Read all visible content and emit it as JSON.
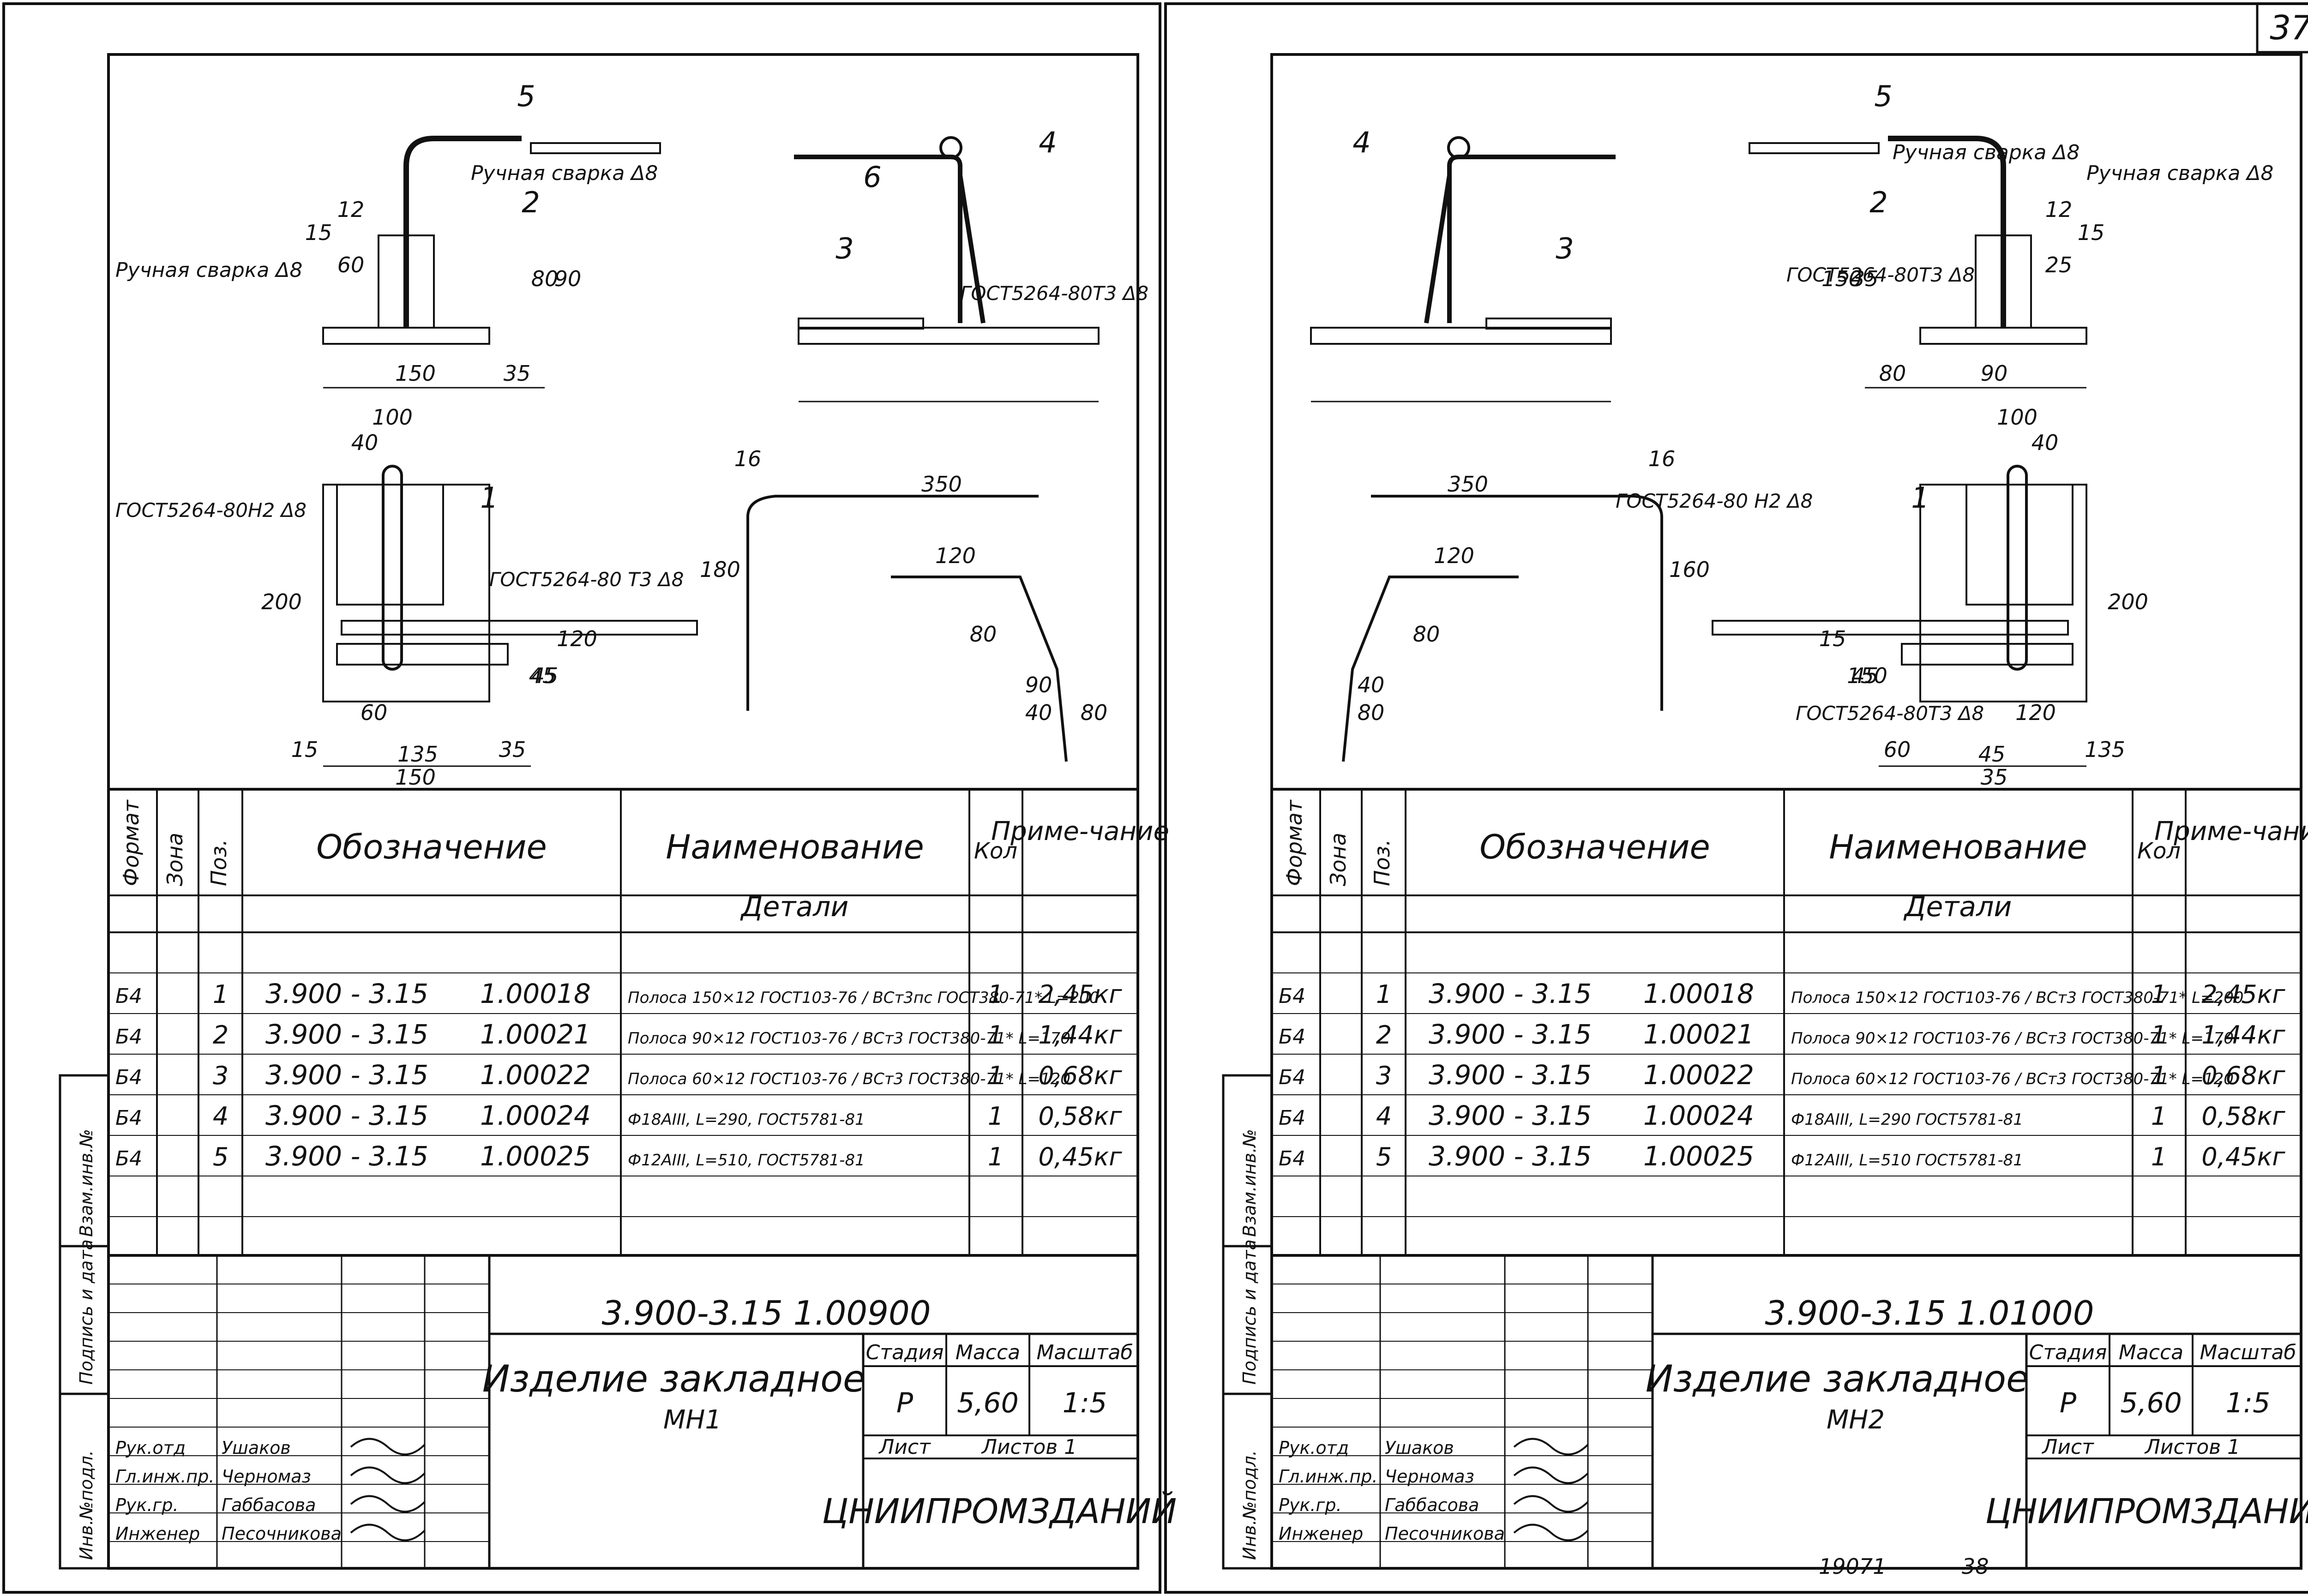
{
  "page_number": "37",
  "footer_left": "19071",
  "footer_right": "38",
  "side_labels": [
    "Инв.№подл.",
    "Подпись и дата",
    "Взам.инв.№"
  ],
  "table_headers": {
    "format": "Формат",
    "zone": "Зона",
    "pos": "Поз.",
    "designation": "Обозначение",
    "name": "Наименование",
    "qty": "Кол",
    "note": "Приме-чание",
    "section": "Детали"
  },
  "staff": [
    {
      "role": "Рук.отд",
      "name": "Ушаков"
    },
    {
      "role": "Гл.инж.пр.",
      "name": "Черномаз"
    },
    {
      "role": "Рук.гр.",
      "name": "Габбасова"
    },
    {
      "role": "Инженер",
      "name": "Песочникова"
    }
  ],
  "stamp_labels": {
    "stage": "Стадия",
    "mass": "Масса",
    "scale": "Масштаб",
    "sheet": "Лист",
    "sheets": "Листов 1",
    "org": "ЦНИИПРОМЗДАНИЙ"
  },
  "sheets": [
    {
      "doc_code": "3.900-3.15 1.00900",
      "title": "Изделие закладное",
      "mark": "МН1",
      "stage": "Р",
      "mass": "5,60",
      "scale": "1:5",
      "rows": [
        {
          "format": "Б4",
          "pos": "1",
          "code": "3.900 - 3.15",
          "num": "1.00018",
          "name": "Полоса 150×12 ГОСТ103-76 / ВСт3пс ГОСТ380-71* L=200",
          "qty": "1",
          "note": "2,45кг"
        },
        {
          "format": "Б4",
          "pos": "2",
          "code": "3.900 - 3.15",
          "num": "1.00021",
          "name": "Полоса 90×12 ГОСТ103-76 / ВСт3 ГОСТ380-71* L=170",
          "qty": "1",
          "note": "1,44кг"
        },
        {
          "format": "Б4",
          "pos": "3",
          "code": "3.900 - 3.15",
          "num": "1.00022",
          "name": "Полоса 60×12 ГОСТ103-76 / ВСт3 ГОСТ380-71* L=120",
          "qty": "1",
          "note": "0,68кг"
        },
        {
          "format": "Б4",
          "pos": "4",
          "code": "3.900 - 3.15",
          "num": "1.00024",
          "name": "Ф18АIII, L=290, ГОСТ5781-81",
          "qty": "1",
          "note": "0,58кг"
        },
        {
          "format": "Б4",
          "pos": "5",
          "code": "3.900 - 3.15",
          "num": "1.00025",
          "name": "Ф12АIII, L=510, ГОСТ5781-81",
          "qty": "1",
          "note": "0,45кг"
        }
      ],
      "drawing_labels": {
        "weld_manual": "Ручная сварка",
        "weld_sym": "Δ8",
        "gost_h2": "ГОСТ5264-80Н2 Δ8",
        "gost_t3": "ГОСТ5264-80Т3 Δ8",
        "gost_t3b": "ГОСТ5264-80 Т3 Δ8",
        "dims": [
          "150",
          "35",
          "80",
          "90",
          "15",
          "12",
          "60",
          "200",
          "45",
          "100",
          "40",
          "60",
          "135",
          "150",
          "15",
          "35",
          "120",
          "45",
          "350",
          "16",
          "180",
          "120",
          "80",
          "90",
          "40",
          "80"
        ],
        "pos_marks": [
          "1",
          "2",
          "3",
          "4",
          "5",
          "6"
        ]
      }
    },
    {
      "doc_code": "3.900-3.15 1.01000",
      "title": "Изделие закладное",
      "mark": "МН2",
      "stage": "Р",
      "mass": "5,60",
      "scale": "1:5",
      "rows": [
        {
          "format": "Б4",
          "pos": "1",
          "code": "3.900 - 3.15",
          "num": "1.00018",
          "name": "Полоса 150×12 ГОСТ103-76 / ВСт3 ГОСТ380-71* L=200",
          "qty": "1",
          "note": "2,45кг"
        },
        {
          "format": "Б4",
          "pos": "2",
          "code": "3.900 - 3.15",
          "num": "1.00021",
          "name": "Полоса 90×12 ГОСТ103-76 / ВСт3 ГОСТ380-71* L=170",
          "qty": "1",
          "note": "1,44кг"
        },
        {
          "format": "Б4",
          "pos": "3",
          "code": "3.900 - 3.15",
          "num": "1.00022",
          "name": "Полоса 60×12 ГОСТ103-76 / ВСт3 ГОСТ380-71* L=120",
          "qty": "1",
          "note": "0,68кг"
        },
        {
          "format": "Б4",
          "pos": "4",
          "code": "3.900 - 3.15",
          "num": "1.00024",
          "name": "Ф18АIII, L=290 ГОСТ5781-81",
          "qty": "1",
          "note": "0,58кг"
        },
        {
          "format": "Б4",
          "pos": "5",
          "code": "3.900 - 3.15",
          "num": "1.00025",
          "name": "Ф12АIII, L=510 ГОСТ5781-81",
          "qty": "1",
          "note": "0,45кг"
        }
      ],
      "drawing_labels": {
        "weld_manual": "Ручная сварка",
        "weld_sym": "Δ8",
        "gost_h2": "ГОСТ5264-80 Н2 Δ8",
        "gost_t3": "ГОСТ5264-80Т3 Δ8",
        "gost_t3b": "ГОСТ5264-80Т3 Δ8",
        "dims": [
          "90",
          "80",
          "35",
          "150",
          "15",
          "12",
          "25",
          "200",
          "45",
          "100",
          "40",
          "120",
          "45",
          "35",
          "135",
          "60",
          "15",
          "150",
          "350",
          "16",
          "160",
          "120",
          "80",
          "40",
          "80"
        ],
        "pos_marks": [
          "1",
          "2",
          "3",
          "4",
          "5"
        ]
      }
    }
  ]
}
